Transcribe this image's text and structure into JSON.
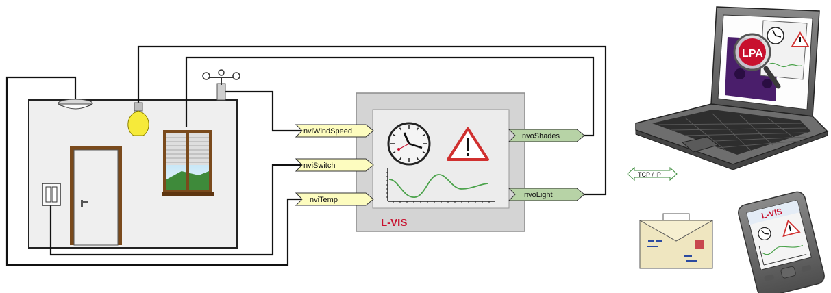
{
  "inputs": [
    {
      "label": "nviWindSpeed"
    },
    {
      "label": "nviSwitch"
    },
    {
      "label": "nviTemp"
    }
  ],
  "outputs": [
    {
      "label": "nvoShades"
    },
    {
      "label": "nvoLight"
    }
  ],
  "panel": {
    "brand": "L-VIS"
  },
  "network": {
    "label": "TCP / IP"
  },
  "laptop": {
    "app_logo": "LPA"
  },
  "pda": {
    "brand": "L-VIS"
  },
  "colors": {
    "input_arrow": "#fdfcbf",
    "output_arrow": "#b7d3a6",
    "brand_red": "#c8102e",
    "warning_red": "#d0302f",
    "room_wall": "#f0f0f0",
    "panel_bg": "#d9d9d9",
    "laptop_body": "#6b6b6b",
    "purple": "#4a1e6b"
  },
  "icons": [
    "clock-icon",
    "warning-icon",
    "trend-graph-icon",
    "lightbulb-icon",
    "anemometer-icon",
    "ceiling-sensor-icon",
    "magnifier-icon",
    "mail-icon"
  ]
}
